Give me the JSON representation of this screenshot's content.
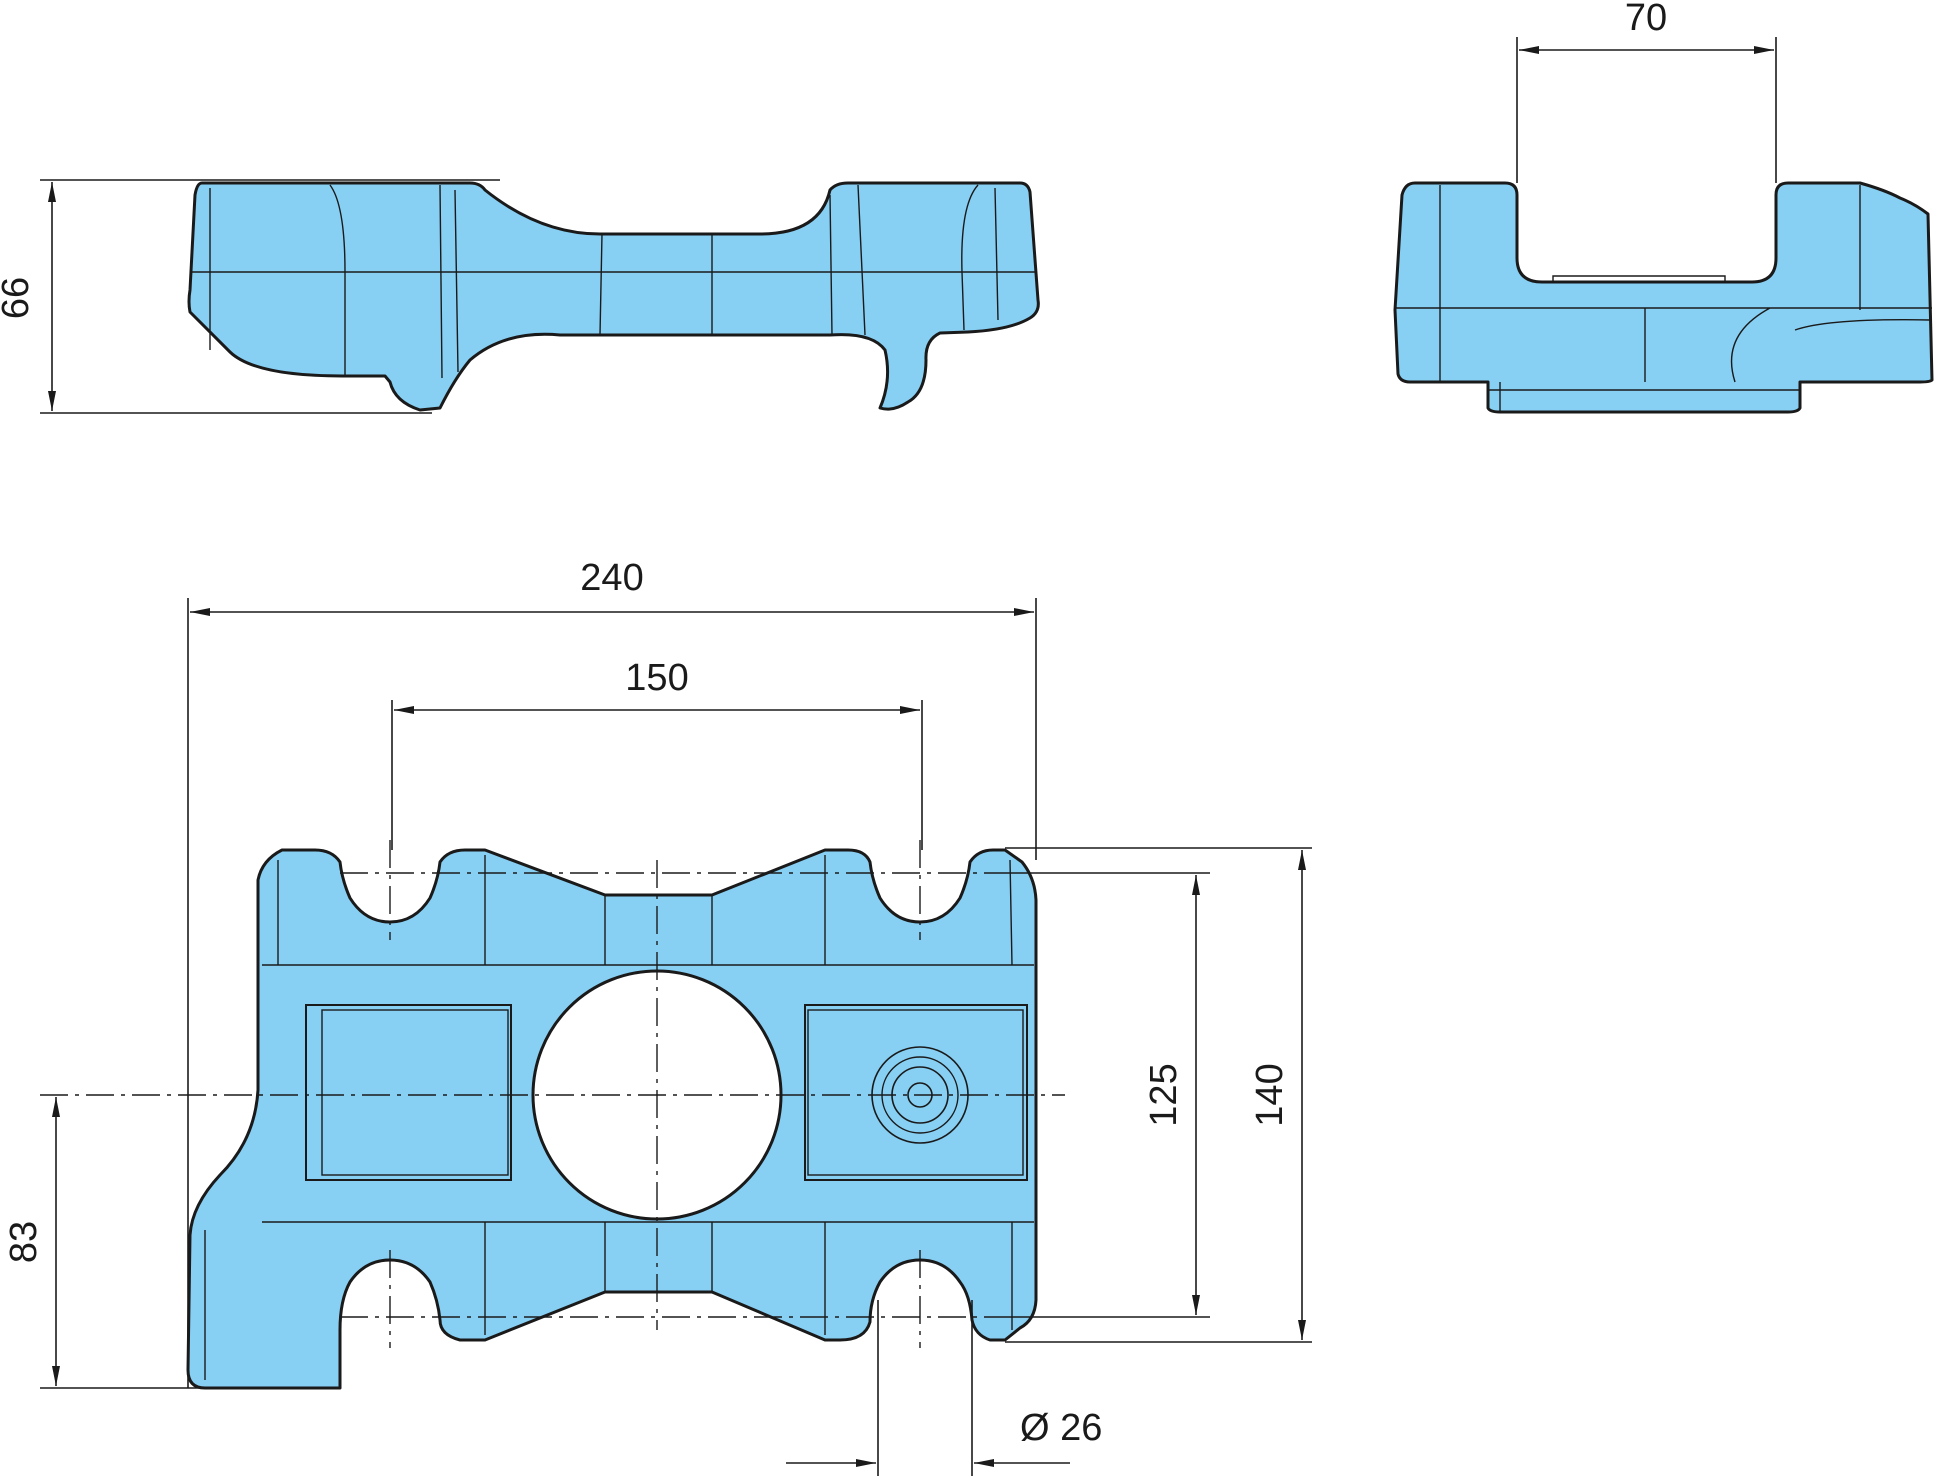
{
  "dimensions": {
    "height_side": "66",
    "slot_width": "70",
    "overall_length": "240",
    "hole_spacing": "150",
    "inner_width": "125",
    "overall_width": "140",
    "offset": "83",
    "hole_diameter": "Ø 26"
  },
  "colors": {
    "part_fill": "#87cff3",
    "outline": "#1a1a1a"
  }
}
